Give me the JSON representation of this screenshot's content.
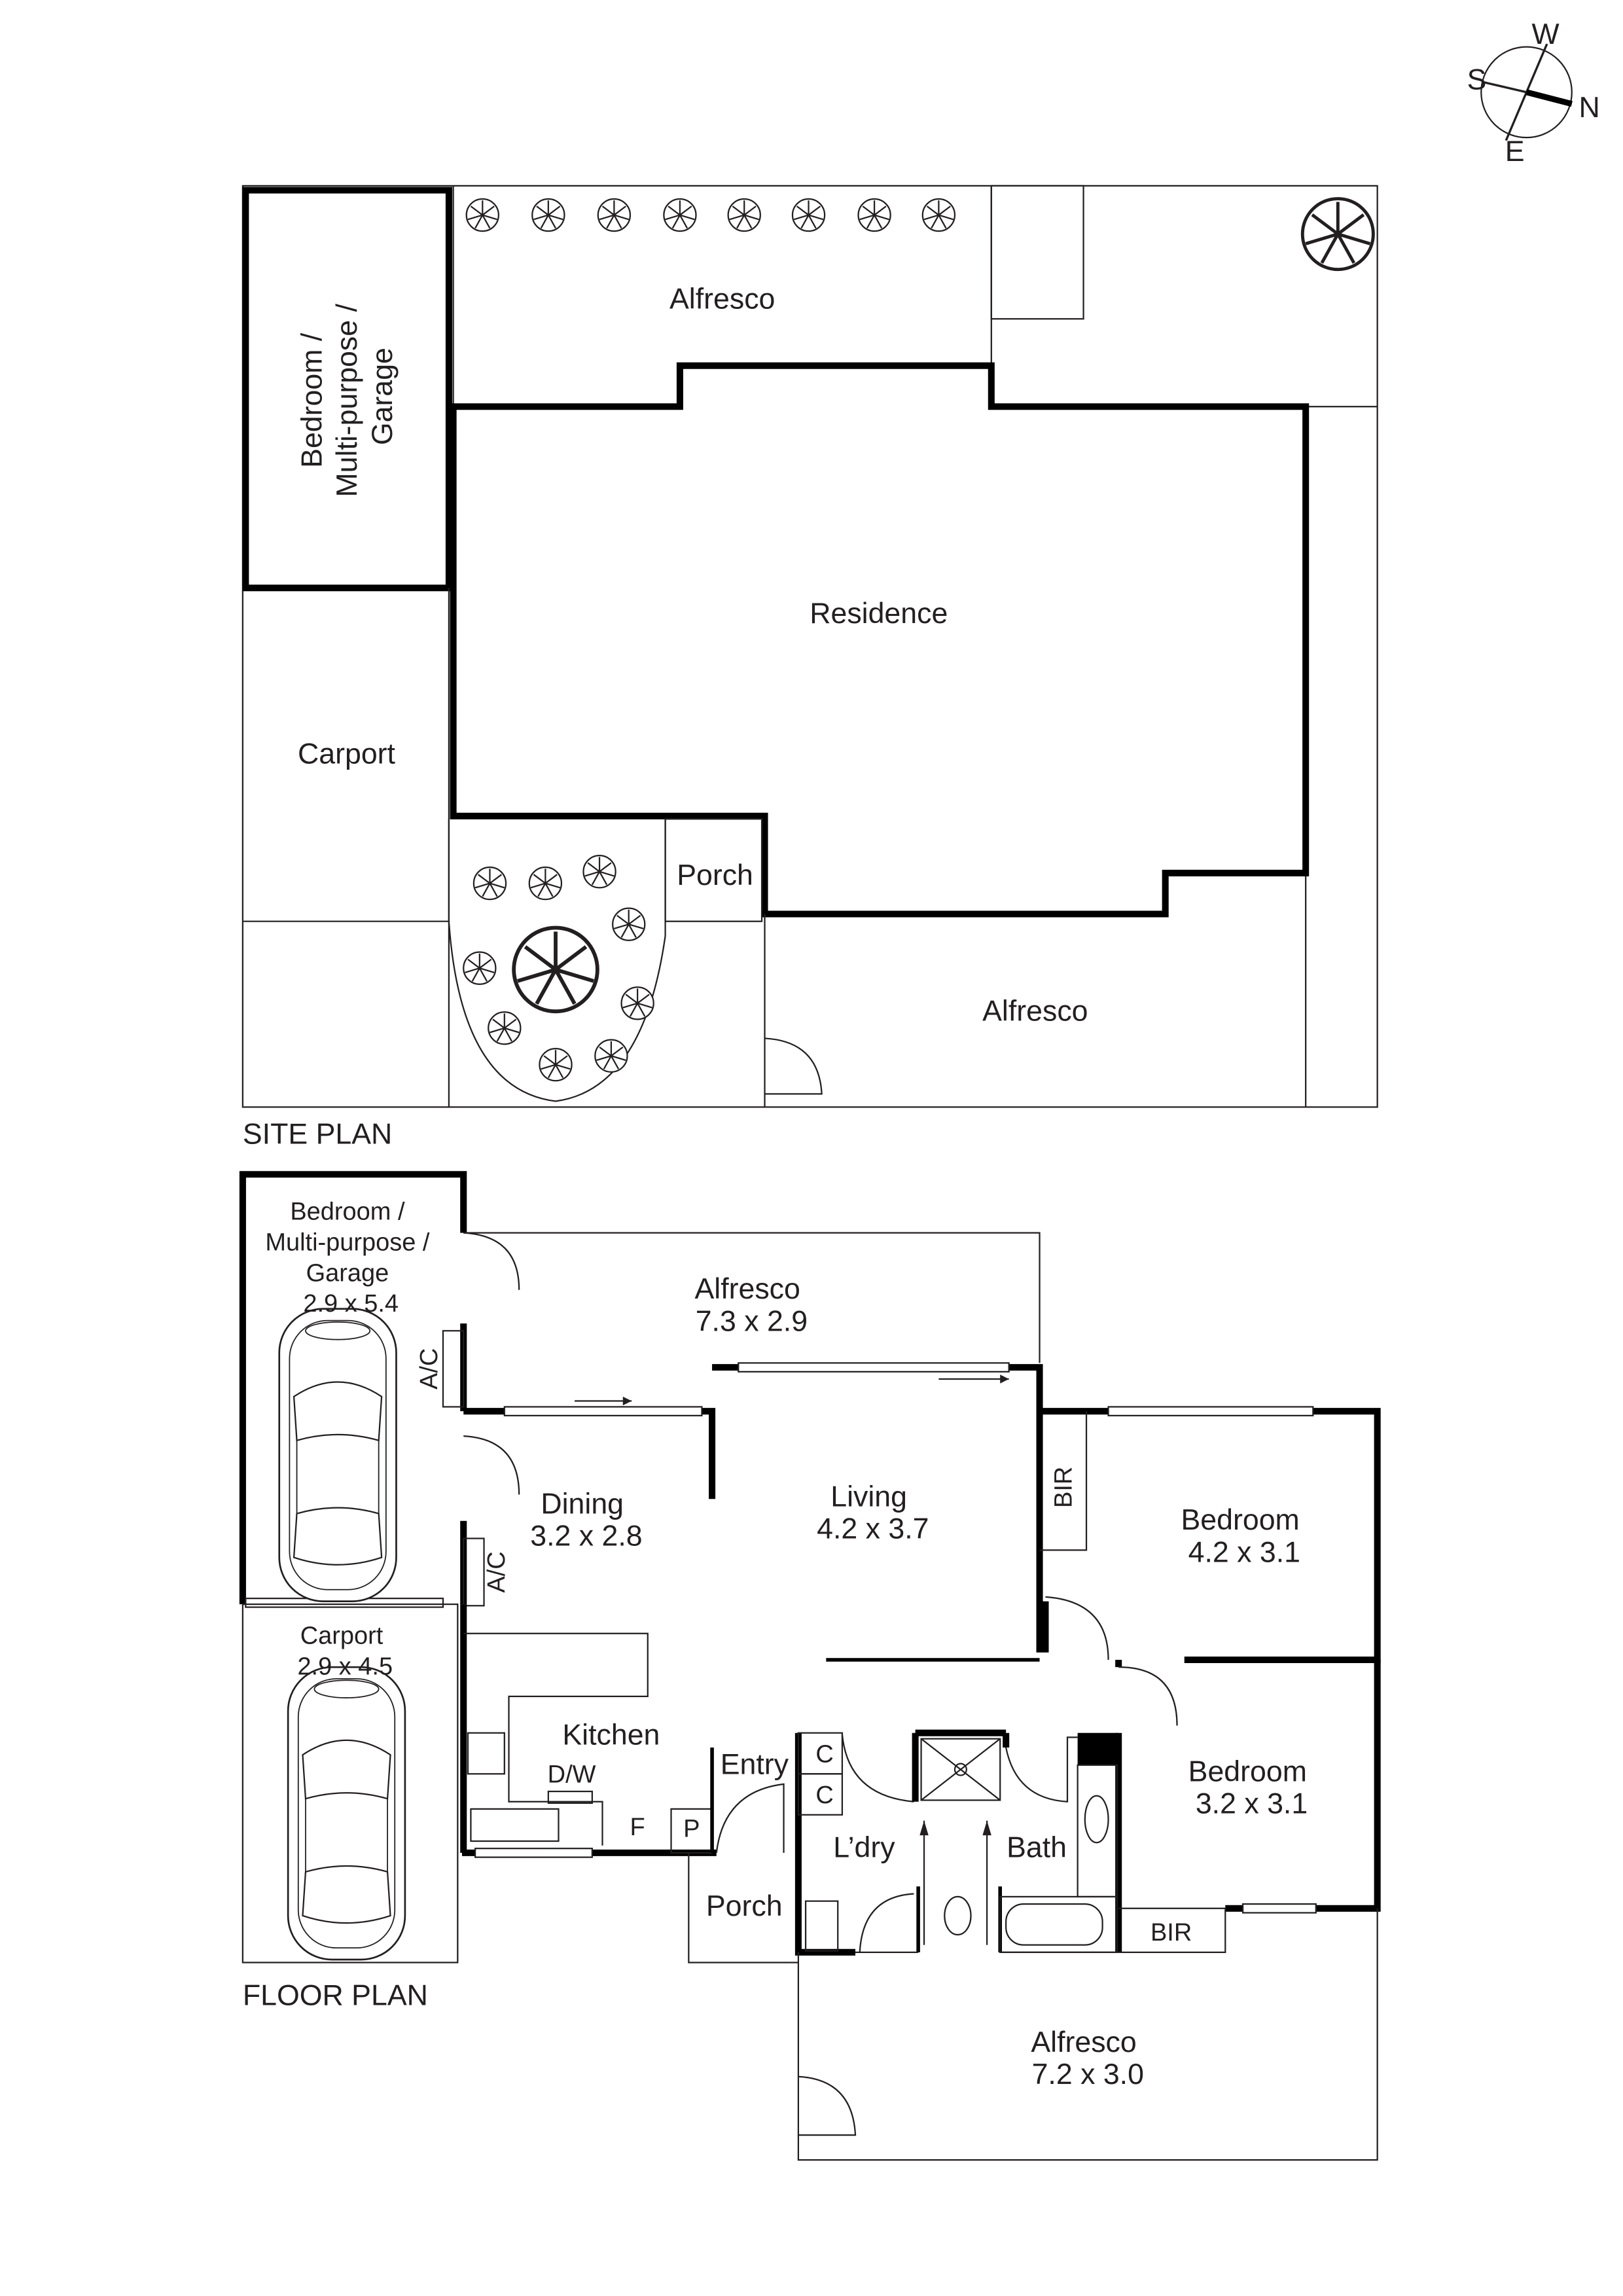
{
  "compass": {
    "north": "N",
    "south": "S",
    "east": "E",
    "west": "W"
  },
  "site_plan": {
    "title": "SITE PLAN",
    "garage_label": [
      "Bedroom /",
      "Multi-purpose /",
      "Garage"
    ],
    "alfresco_top": "Alfresco",
    "residence": "Residence",
    "carport": "Carport",
    "porch": "Porch",
    "alfresco_bottom": "Alfresco"
  },
  "floor_plan": {
    "title": "FLOOR PLAN",
    "garage": [
      "Bedroom /",
      "Multi-purpose /",
      "Garage",
      "2.9 x 5.4"
    ],
    "carport": [
      "Carport",
      "2.9 x 4.5"
    ],
    "alfresco_top": [
      "Alfresco",
      "7.3 x 2.9"
    ],
    "dining": [
      "Dining",
      "3.2 x 2.8"
    ],
    "living": [
      "Living",
      "4.2 x 3.7"
    ],
    "bedroom1": [
      "Bedroom",
      "4.2 x 3.1"
    ],
    "bedroom2": [
      "Bedroom",
      "3.2 x 3.1"
    ],
    "kitchen": "Kitchen",
    "dw": "D/W",
    "fridge": "F",
    "pantry": "P",
    "entry": "Entry",
    "cupboard1": "C",
    "cupboard2": "C",
    "laundry": "L’dry",
    "bath": "Bath",
    "porch": "Porch",
    "bir1": "BIR",
    "bir2": "BIR",
    "ac1": "A/C",
    "ac2": "A/C",
    "alfresco_bottom": [
      "Alfresco",
      "7.2 x 3.0"
    ]
  }
}
